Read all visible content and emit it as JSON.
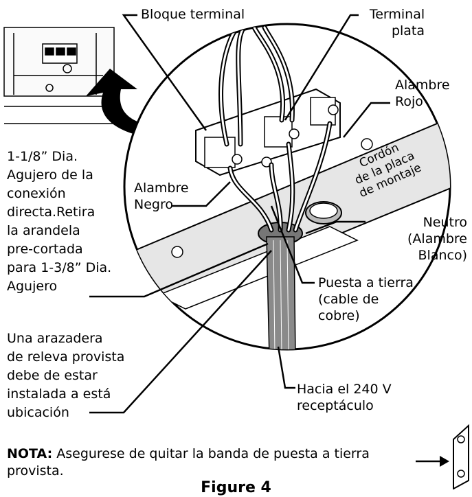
{
  "labels": {
    "bloque_terminal": "Bloque terminal",
    "terminal_plata_1": "Terminal",
    "terminal_plata_2": "plata",
    "alambre_rojo_1": "Alambre",
    "alambre_rojo_2": "Rojo",
    "cordon_1": "Cordón",
    "cordon_2": "de la placa",
    "cordon_3": "de montaje",
    "alambre_negro_1": "Alambre",
    "alambre_negro_2": "Negro",
    "neutro_1": "Neutro",
    "neutro_2": "(Alambre",
    "neutro_3": "Blanco)",
    "tierra_1": "Puesta a tierra",
    "tierra_2": "(cable de",
    "tierra_3": "cobre)",
    "agujero": [
      "1-1/8” Dia.",
      "Agujero de la",
      "conexión",
      "directa.Retira",
      "la arandela",
      "pre-cortada",
      "para 1-3/8” Dia.",
      "Agujero"
    ],
    "arazadera": [
      "Una arazadera",
      "de releva provista",
      "debe de estar",
      "instalada a está",
      "ubicación"
    ],
    "hacia_1": "Hacia el 240 V",
    "hacia_2": "receptáculo"
  },
  "note": {
    "bold": "NOTA:",
    "text": " Asegurese de quitar la banda de puesta a tierra",
    "text2": "provista."
  },
  "caption": "Figure 4",
  "colors": {
    "line": "#000000",
    "wire_gray": "#8a8a8a",
    "plate": "#e6e6e6"
  }
}
